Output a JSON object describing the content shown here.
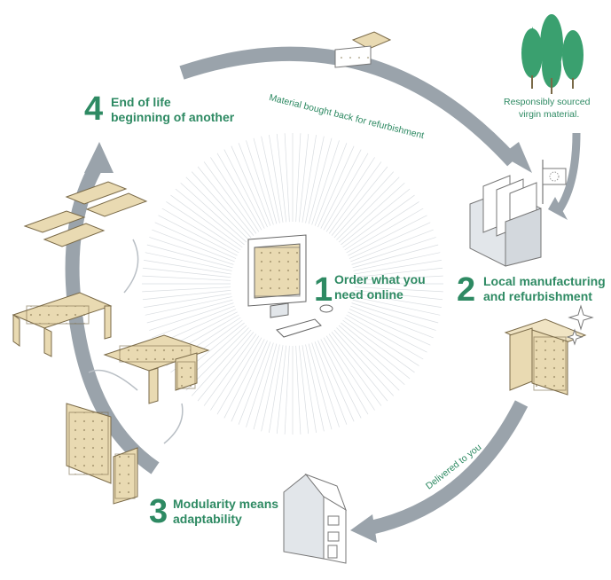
{
  "colors": {
    "accent": "#2e8a63",
    "arrow": "#9aa3ab",
    "panel": "#e9dab2",
    "building": "#e2e6ea",
    "tree": "#3aa06f"
  },
  "steps": [
    {
      "num": "1",
      "line1": "Order what you",
      "line2": "need online"
    },
    {
      "num": "2",
      "line1": "Local manufacturing",
      "line2": "and refurbishment"
    },
    {
      "num": "3",
      "line1": "Modularity means",
      "line2": "adaptability"
    },
    {
      "num": "4",
      "line1": "End of life",
      "line2": "beginning of another"
    }
  ],
  "annotations": {
    "buyback": "Material bought back for refurbishment",
    "sourced_line1": "Responsibly sourced",
    "sourced_line2": "virgin material.",
    "delivered": "Delivered to you"
  },
  "icons": [
    "tree-icon",
    "factory-icon",
    "eu-flag-icon",
    "computer-icon",
    "house-icon",
    "panel-stack-icon",
    "sparkle-icon"
  ]
}
